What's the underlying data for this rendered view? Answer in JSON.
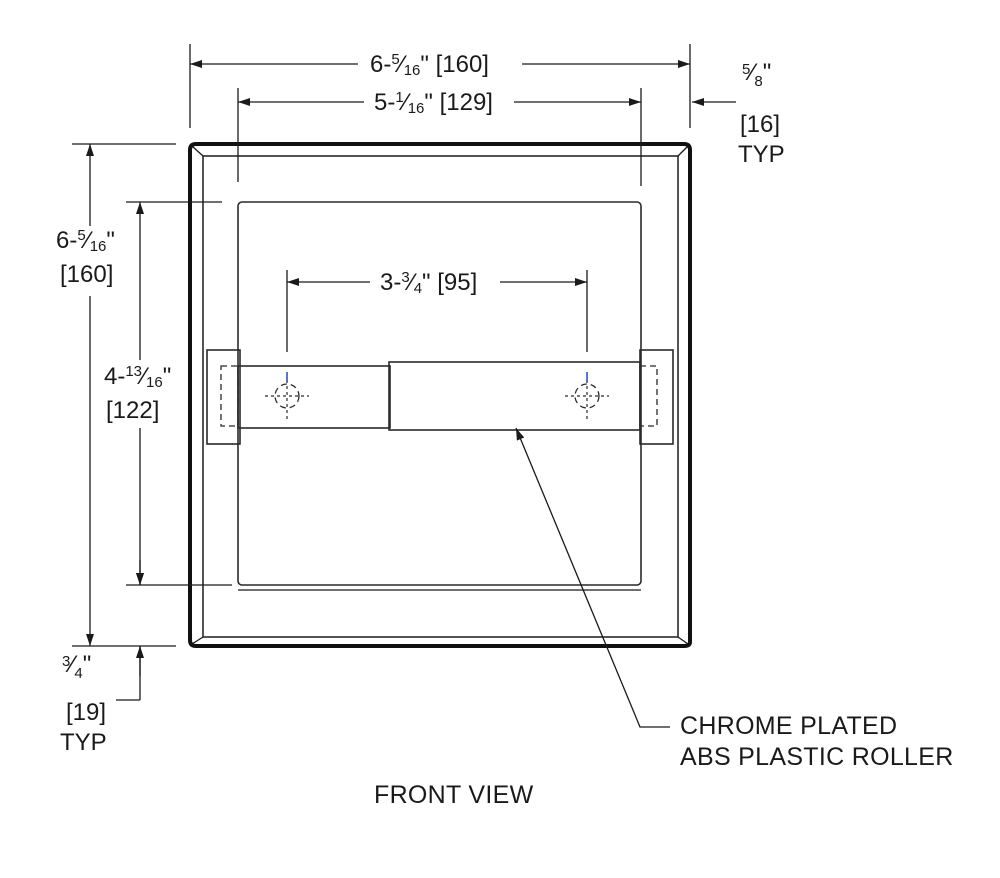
{
  "drawing": {
    "view_title": "FRONT VIEW",
    "dims": {
      "overall_width": {
        "whole": "6-",
        "num": "5",
        "den": "16",
        "rest": "\" [160]"
      },
      "inner_width": {
        "whole": "5-",
        "num": "1",
        "den": "16",
        "rest": "\" [129]"
      },
      "roller_span": {
        "whole": "3-",
        "num": "3",
        "den": "4",
        "rest": "\" [95]"
      },
      "overall_height": {
        "whole": "6-",
        "num": "5",
        "den": "16",
        "tail": "\"",
        "metric": "[160]"
      },
      "inner_height": {
        "whole": "4-",
        "num": "13",
        "den": "16",
        "tail": "\"",
        "metric": "[122]"
      },
      "side_flange": {
        "num": "5",
        "den": "8",
        "tail": "\"",
        "metric": "[16]",
        "note": "TYP"
      },
      "bottom_flange": {
        "num": "3",
        "den": "4",
        "tail": "\"",
        "metric": "[19]",
        "note": "TYP"
      }
    },
    "callout": {
      "line1": "CHROME PLATED",
      "line2": "ABS PLASTIC ROLLER"
    }
  }
}
